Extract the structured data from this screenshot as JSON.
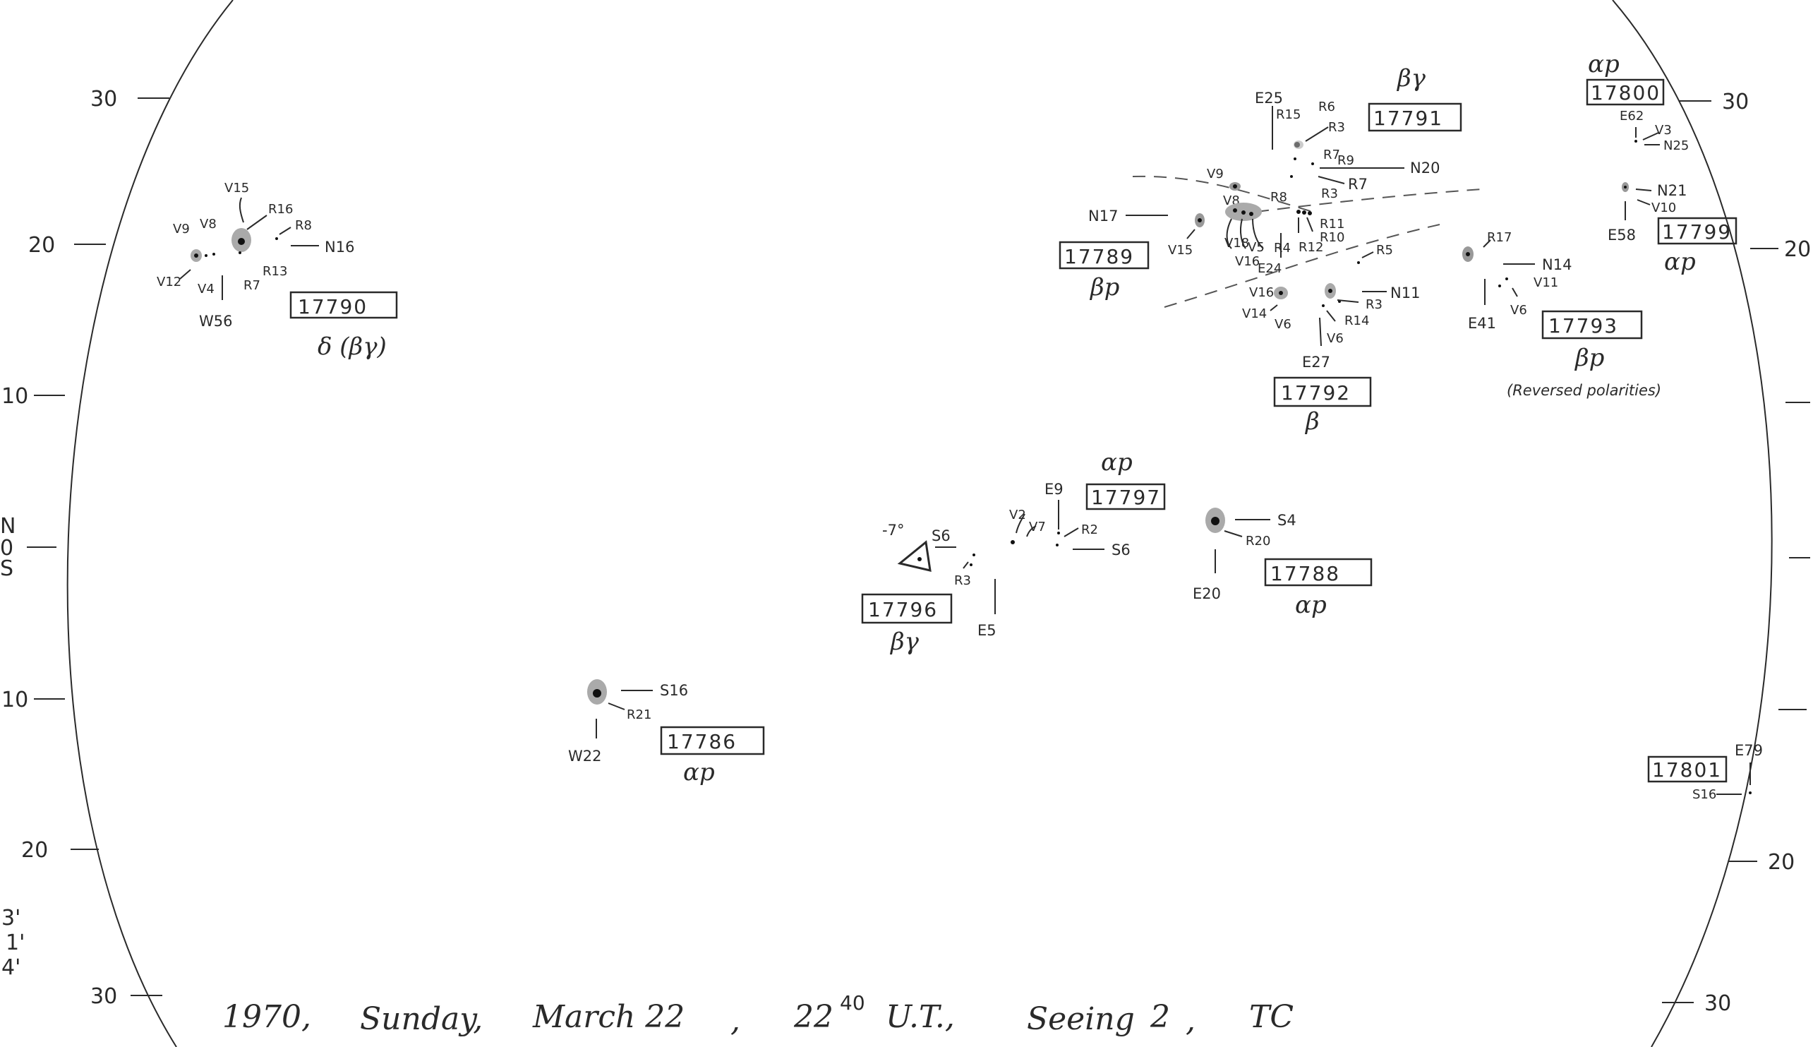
{
  "axis_left": [
    "30",
    "20",
    "10",
    "N",
    "0",
    "S",
    "10",
    "20",
    "30"
  ],
  "axis_right": [
    "30",
    "20",
    "20",
    "30"
  ],
  "margin_notes": [
    "3'",
    "1'",
    "4'"
  ],
  "footer": {
    "year": "1970,",
    "day": "Sunday,",
    "date": "March 22",
    "time_main": "22",
    "time_sup": "40",
    "time_ut": "U.T.,",
    "seeing_label": "Seeing",
    "seeing_value": "2",
    "observer": "TC"
  },
  "region_17790": {
    "number": "17790",
    "class": "δ (βγ)",
    "labels": [
      "V9",
      "V8",
      "V15",
      "R16",
      "R8",
      "N16",
      "V12",
      "V4",
      "R13",
      "R7",
      "W56"
    ]
  },
  "region_17789": {
    "number": "17789",
    "class": "βp",
    "labels": [
      "N17",
      "V15",
      "V9",
      "V8"
    ]
  },
  "region_17791": {
    "number": "17791",
    "class": "βγ",
    "labels": [
      "E25",
      "R15",
      "R6",
      "R3",
      "R7",
      "R9",
      "N20",
      "R3",
      "R7",
      "R8",
      "R11",
      "R10",
      "V18",
      "V5",
      "R4",
      "R12",
      "V16",
      "E24",
      "R5"
    ]
  },
  "region_17792": {
    "number": "17792",
    "class": "β",
    "labels": [
      "V16",
      "V14",
      "V6",
      "N11",
      "R3",
      "R14",
      "V6",
      "E27"
    ]
  },
  "region_17793": {
    "number": "17793",
    "class": "βp",
    "note": "(Reversed polarities)",
    "labels": [
      "R17",
      "N14",
      "V11",
      "V6",
      "E41"
    ]
  },
  "region_17800": {
    "number": "17800",
    "class": "αp",
    "labels": [
      "E62",
      "V3",
      "N25"
    ]
  },
  "region_17799": {
    "number": "17799",
    "class": "αp",
    "labels": [
      "N21",
      "V10",
      "E58"
    ]
  },
  "region_17797": {
    "number": "17797",
    "class": "αp",
    "labels": [
      "E9",
      "V2",
      "V7",
      "R2",
      "S6"
    ]
  },
  "region_17796": {
    "number": "17796",
    "class": "βγ",
    "labels": [
      "-7°",
      "S6",
      "R3",
      "E5"
    ]
  },
  "region_17788": {
    "number": "17788",
    "class": "αp",
    "labels": [
      "S4",
      "R20",
      "E20"
    ]
  },
  "region_17786": {
    "number": "17786",
    "class": "αp",
    "labels": [
      "S16",
      "R21",
      "W22"
    ]
  },
  "region_17801": {
    "number": "17801",
    "labels": [
      "E79",
      "S16"
    ]
  }
}
